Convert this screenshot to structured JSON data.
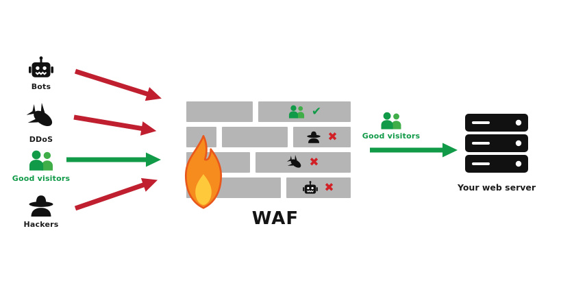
{
  "title": "WAF",
  "sources": [
    {
      "id": "bots",
      "label": "Bots",
      "status": "blocked"
    },
    {
      "id": "ddos",
      "label": "DDoS",
      "status": "blocked"
    },
    {
      "id": "good-visitors",
      "label": "Good visitors",
      "status": "allowed"
    },
    {
      "id": "hackers",
      "label": "Hackers",
      "status": "blocked"
    }
  ],
  "wall": {
    "rules": [
      {
        "subject": "good-visitors",
        "result": "allowed",
        "mark": "✔"
      },
      {
        "subject": "hacker",
        "result": "blocked",
        "mark": "✖"
      },
      {
        "subject": "ddos-bomb",
        "result": "blocked",
        "mark": "✖"
      },
      {
        "subject": "bot",
        "result": "blocked",
        "mark": "✖"
      }
    ]
  },
  "output": {
    "label": "Good visitors"
  },
  "server": {
    "label": "Your web server"
  },
  "colors": {
    "blocked_arrow": "#c01f2f",
    "allowed_green": "#119a48",
    "allowed_green_light": "#3fae49",
    "brick_gray": "#b5b5b5",
    "flame_orange": "#f68b1e",
    "flame_outline": "#e8581c",
    "flame_inner": "#ffc93c",
    "cross_red": "#d12026",
    "icon_black": "#111111"
  }
}
